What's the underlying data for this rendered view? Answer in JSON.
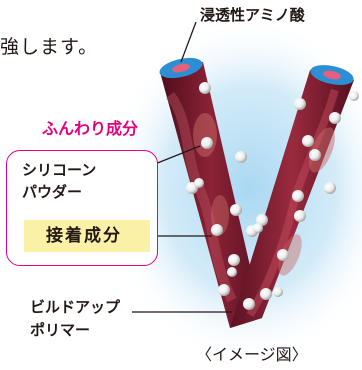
{
  "intro_text": "強します。",
  "labels": {
    "amino_acid": "浸透性アミノ酸",
    "fluffy_component": "ふんわり成分",
    "silicone_line1": "シリコーン",
    "silicone_line2": "パウダー",
    "adhesive": "接着成分",
    "buildup_line1": "ビルドアップ",
    "buildup_line2": "ポリマー"
  },
  "caption": "〈イメージ図〉",
  "colors": {
    "accent_pink": "#e4007f",
    "adhesive_highlight": "#fbf1a6",
    "hair_fiber": "#7a1a2e",
    "glow_blue": "#a9d8f2",
    "fiber_tip_blue": "#2c8fd3"
  }
}
